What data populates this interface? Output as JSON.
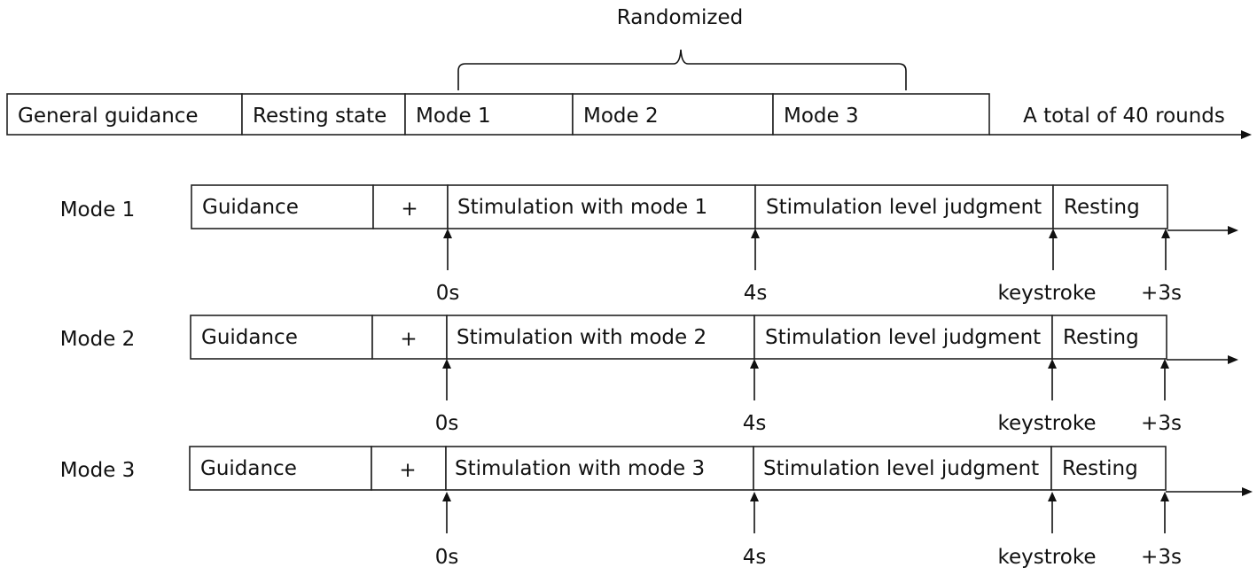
{
  "top_row": {
    "cells": [
      "General guidance",
      "Resting state",
      "Mode 1",
      "Mode 2",
      "Mode 3"
    ],
    "randomized_label": "Randomized",
    "total_label": "A total of 40 rounds"
  },
  "modes": [
    {
      "label": "Mode 1",
      "segments": [
        "Guidance",
        "+",
        "Stimulation with mode 1",
        "Stimulation level judgment",
        "Resting"
      ],
      "markers": [
        "0s",
        "4s",
        "keystroke",
        "+3s"
      ]
    },
    {
      "label": "Mode 2",
      "segments": [
        "Guidance",
        "+",
        "Stimulation with mode 2",
        "Stimulation level judgment",
        "Resting"
      ],
      "markers": [
        "0s",
        "4s",
        "keystroke",
        "+3s"
      ]
    },
    {
      "label": "Mode 3",
      "segments": [
        "Guidance",
        "+",
        "Stimulation with mode 3",
        "Stimulation level judgment",
        "Resting"
      ],
      "markers": [
        "0s",
        "4s",
        "keystroke",
        "+3s"
      ]
    }
  ]
}
